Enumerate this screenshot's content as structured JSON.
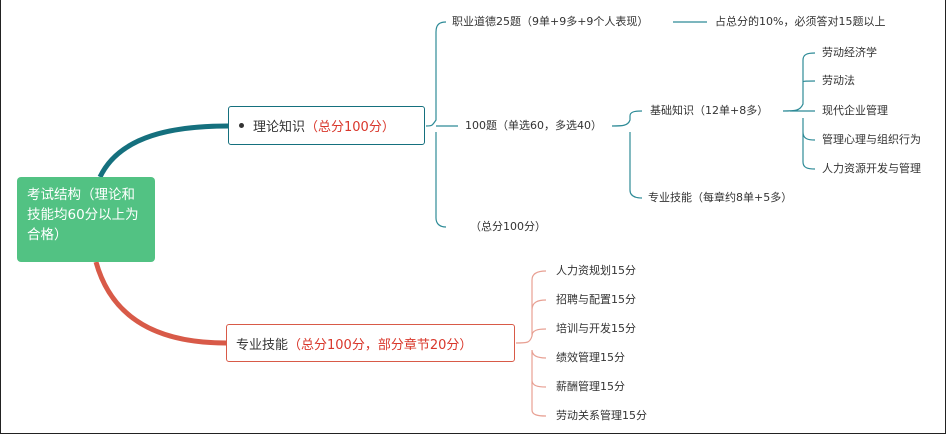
{
  "root": {
    "label": "考试结构（理论和技能均60分以上为合格）"
  },
  "theory": {
    "label": "理论知识",
    "score": "（总分100分）",
    "children": {
      "ethics": {
        "label": "职业道德25题（9单+9多+9个人表现）",
        "note": "占总分的10%，必须答对15题以上"
      },
      "questions": {
        "label": "100题（单选60，多选40）",
        "basic": {
          "label": "基础知识（12单+8多）",
          "items": [
            "劳动经济学",
            "劳动法",
            "现代企业管理",
            "管理心理与组织行为",
            "人力资源开发与管理"
          ]
        },
        "pro": {
          "label": "专业技能（每章约8单+5多）"
        }
      },
      "total": {
        "label": "（总分100分）"
      }
    }
  },
  "skills": {
    "label": "专业技能",
    "score": "（总分100分，部分章节20分）",
    "items": [
      "人力资规划15分",
      "招聘与配置15分",
      "培训与开发15分",
      "绩效管理15分",
      "薪酬管理15分",
      "劳动关系管理15分"
    ]
  },
  "colors": {
    "root": "#52c283",
    "theory": "#15707e",
    "skills": "#d85a48",
    "line": "#2e8b97",
    "skillLine": "#e8a093"
  }
}
